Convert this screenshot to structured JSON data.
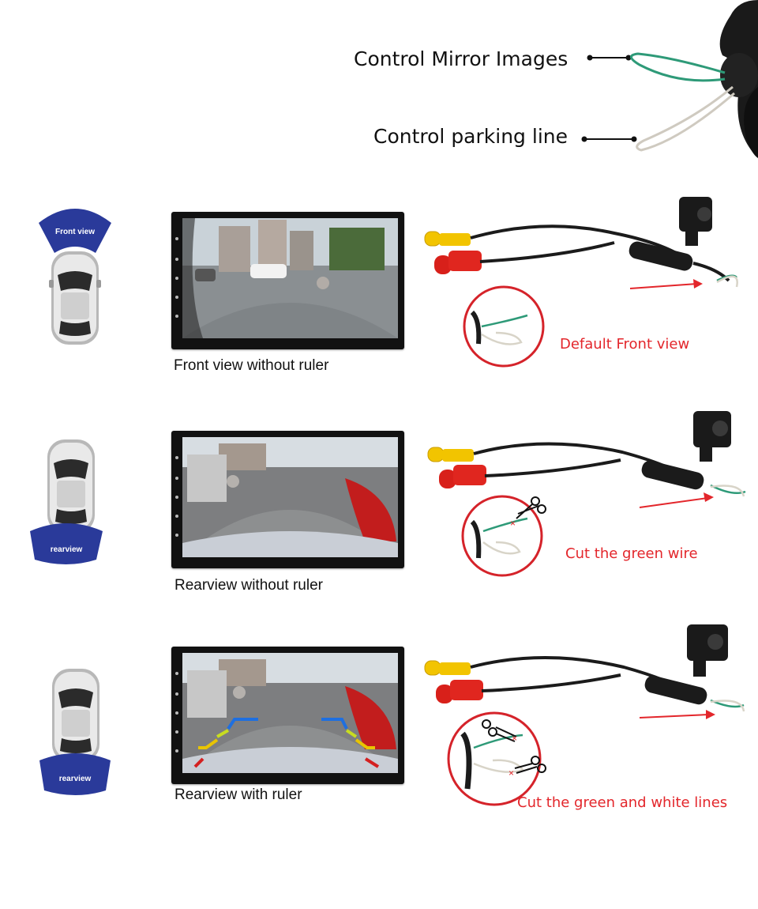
{
  "header": {
    "mirror_label": "Control Mirror Images",
    "parking_label": "Control parking line"
  },
  "rows": [
    {
      "zone_label": "Front view",
      "caption": "Front view without ruler",
      "note": "Default Front view",
      "cut": "none"
    },
    {
      "zone_label": "rearview",
      "caption": "Rearview without ruler",
      "note": "Cut the green wire",
      "cut": "green"
    },
    {
      "zone_label": "rearview",
      "caption": "Rearview with ruler",
      "note": "Cut the green and white lines",
      "cut": "green-and-white"
    }
  ],
  "colors": {
    "zone_blue": "#2a3a9a",
    "note_red": "#e3262b",
    "green_wire": "#2e9a78",
    "white_wire": "#d8d4c8",
    "rca_yellow": "#f2c400",
    "rca_red": "#e0261f"
  },
  "icons": [
    "car-icon",
    "camera-icon",
    "scissors-icon",
    "arrow-icon",
    "android-nav-icons"
  ]
}
